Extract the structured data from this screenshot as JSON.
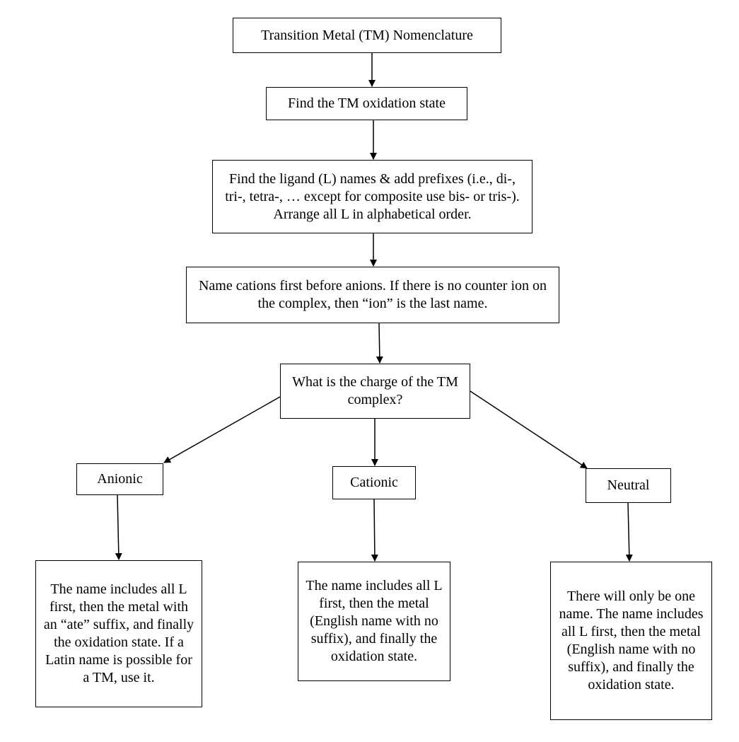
{
  "flowchart": {
    "title": "Transition Metal (TM) Nomenclature",
    "steps": {
      "oxidation_state": "Find the TM oxidation state",
      "ligand_names": "Find the ligand (L) names & add prefixes (i.e., di-, tri-, tetra-, … except for composite use bis- or tris-). Arrange all L in alphabetical order.",
      "cations_first": "Name cations first before anions. If there is no counter ion on the complex, then “ion” is the last name.",
      "charge_question": "What is the charge of the TM complex?"
    },
    "branches": {
      "anionic": {
        "label": "Anionic",
        "rule": "The name includes all L first, then the metal with an “ate” suffix, and finally the oxidation state. If a Latin name is possible for a TM, use it."
      },
      "cationic": {
        "label": "Cationic",
        "rule": "The name includes all L first, then the metal (English name with no suffix), and finally the oxidation state."
      },
      "neutral": {
        "label": "Neutral",
        "rule": "There will only be one name. The name includes all L first, then the metal (English name with no suffix), and finally the oxidation state."
      }
    }
  }
}
